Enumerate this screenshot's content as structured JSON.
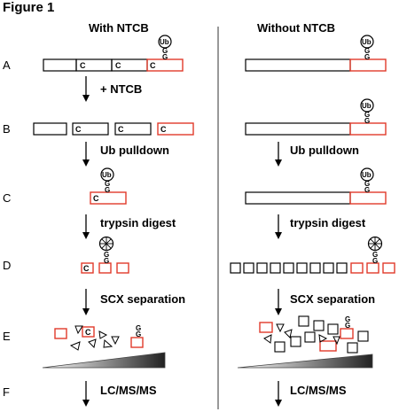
{
  "figure": {
    "title": "Figure 1",
    "col_left_title": "With NTCB",
    "col_right_title": "Without NTCB",
    "rows": [
      "A",
      "B",
      "C",
      "D",
      "E",
      "F"
    ],
    "left_steps": [
      "+ NTCB",
      "Ub pulldown",
      "trypsin digest",
      "SCX separation",
      "LC/MS/MS"
    ],
    "right_steps": [
      "Ub pulldown",
      "trypsin digest",
      "SCX separation",
      "LC/MS/MS"
    ],
    "cys_label": "C",
    "ub_label": "Ub",
    "gly_label": "G",
    "colors": {
      "outline": "#000000",
      "ubiquitinated_peptide": "#e03a2a",
      "gradient_dark": "#222222"
    }
  }
}
